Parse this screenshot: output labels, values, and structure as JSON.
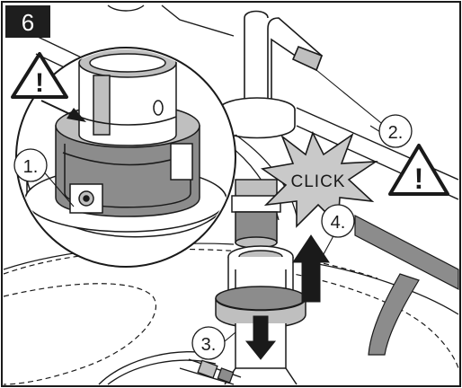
{
  "step_badge": {
    "number": "6"
  },
  "callouts": [
    {
      "label": "1."
    },
    {
      "label": "2."
    },
    {
      "label": "3."
    },
    {
      "label": "4."
    }
  ],
  "click_burst": {
    "text": "CLICK",
    "fill_color": "#c9c9c9"
  },
  "warning_symbol": {
    "mark": "!"
  },
  "colors": {
    "ink": "#1a1a1a",
    "badge_bg": "#1e1e1e",
    "badge_text": "#ffffff",
    "metal_fill": "#bfbfbf",
    "metal_shade": "#8c8c8c",
    "background": "#ffffff"
  }
}
